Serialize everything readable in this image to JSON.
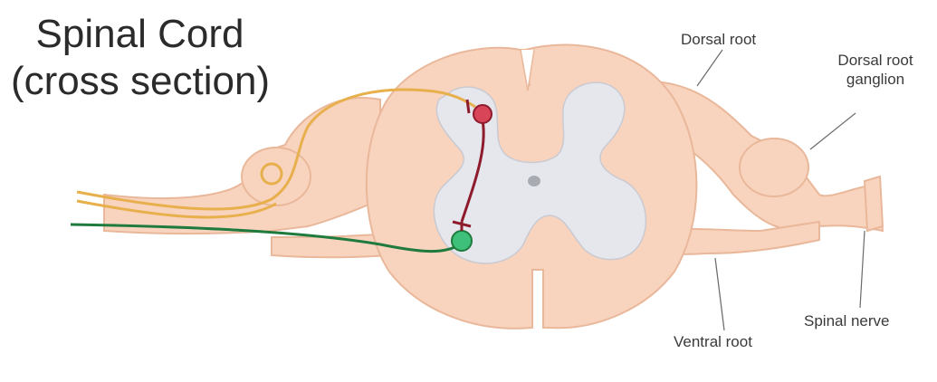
{
  "title": {
    "line1": "Spinal Cord",
    "line2": "(cross section)"
  },
  "labels": {
    "dorsal_root": "Dorsal root",
    "dorsal_root_ganglion_line1": "Dorsal root",
    "dorsal_root_ganglion_line2": "ganglion",
    "ventral_root": "Ventral root",
    "spinal_nerve": "Spinal nerve"
  },
  "colors": {
    "cord_tissue": "#f8d3bd",
    "cord_outline": "#e9b89b",
    "gray_matter": "#e6e7ed",
    "sensory_neuron": "#e8b04c",
    "motor_neuron": "#1f7a3e",
    "interneuron": "#8e1b2c",
    "interneuron_soma": "#d84559",
    "motor_soma": "#3fc07a"
  }
}
